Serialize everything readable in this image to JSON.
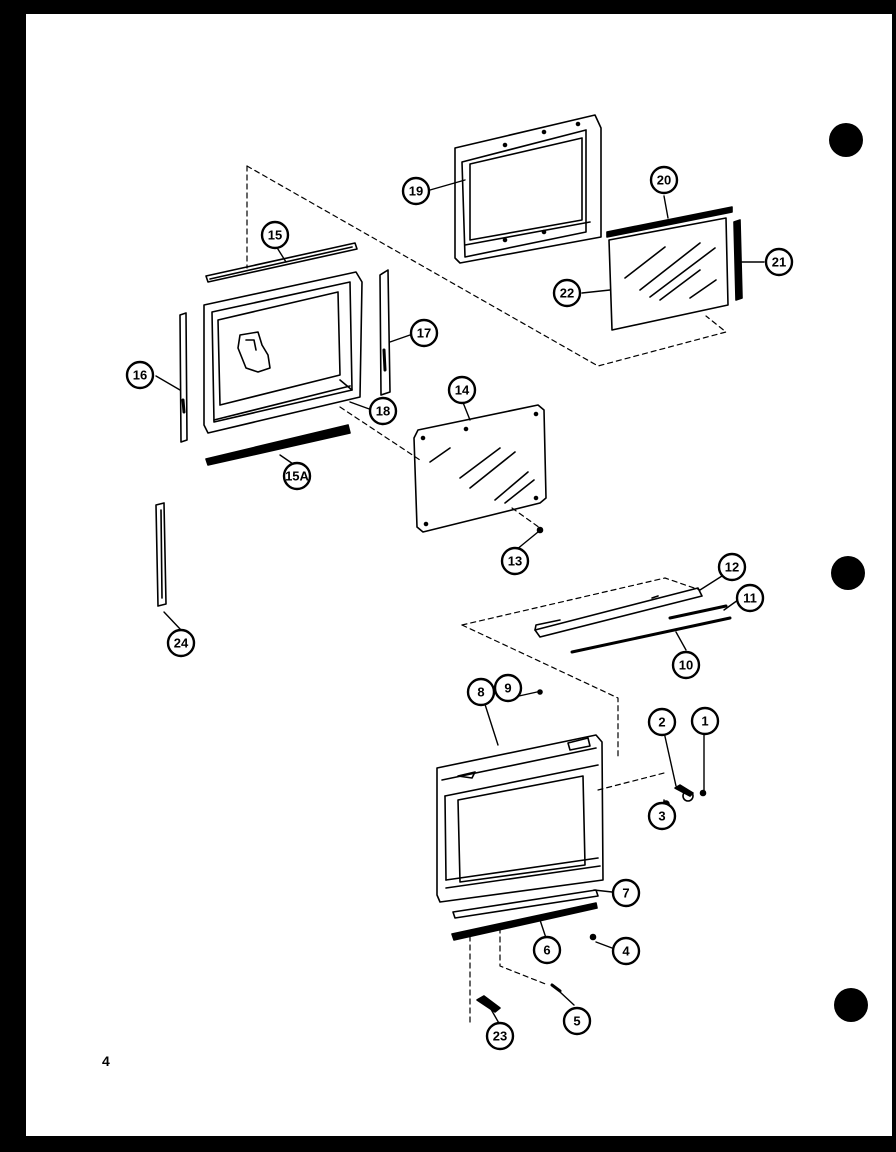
{
  "page_number": "4",
  "callouts": [
    {
      "id": "c1",
      "text": "1"
    },
    {
      "id": "c2",
      "text": "2"
    },
    {
      "id": "c3",
      "text": "3"
    },
    {
      "id": "c4",
      "text": "4"
    },
    {
      "id": "c5",
      "text": "5"
    },
    {
      "id": "c6",
      "text": "6"
    },
    {
      "id": "c7",
      "text": "7"
    },
    {
      "id": "c8",
      "text": "8"
    },
    {
      "id": "c9",
      "text": "9"
    },
    {
      "id": "c10",
      "text": "10"
    },
    {
      "id": "c11",
      "text": "11"
    },
    {
      "id": "c12",
      "text": "12"
    },
    {
      "id": "c13",
      "text": "13"
    },
    {
      "id": "c14",
      "text": "14"
    },
    {
      "id": "c15",
      "text": "15"
    },
    {
      "id": "c15a",
      "text": "15A"
    },
    {
      "id": "c16",
      "text": "16"
    },
    {
      "id": "c17",
      "text": "17"
    },
    {
      "id": "c18",
      "text": "18"
    },
    {
      "id": "c19",
      "text": "19"
    },
    {
      "id": "c20",
      "text": "20"
    },
    {
      "id": "c21",
      "text": "21"
    },
    {
      "id": "c22",
      "text": "22"
    },
    {
      "id": "c23",
      "text": "23"
    },
    {
      "id": "c24",
      "text": "24"
    }
  ]
}
